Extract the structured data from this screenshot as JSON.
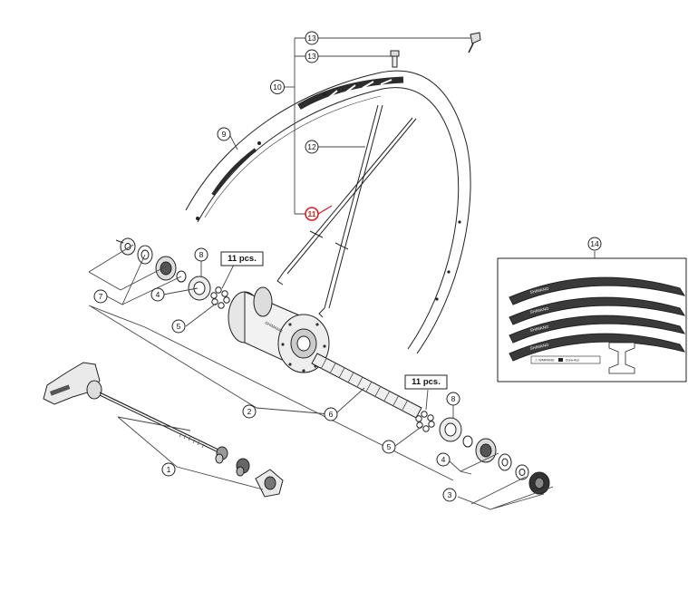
{
  "callouts": {
    "c1": "1",
    "c2": "2",
    "c3": "3",
    "c4a": "4",
    "c4b": "4",
    "c5a": "5",
    "c5b": "5",
    "c6": "6",
    "c7": "7",
    "c8a": "8",
    "c8b": "8",
    "c9": "9",
    "c10": "10",
    "c11": "11",
    "c12": "12",
    "c13a": "13",
    "c13b": "13",
    "c14": "14"
  },
  "quantity_labels": {
    "left": "11 pcs.",
    "right": "11 pcs."
  },
  "decal": {
    "brand": "SHIMANO",
    "warning": "⚠ WARNING",
    "box_text": "Dura-Ace"
  },
  "hub_brand": "SHIMANO",
  "colors": {
    "highlight": "#d81e1e",
    "line": "#444444",
    "decal_dark": "#3a3a3a"
  }
}
